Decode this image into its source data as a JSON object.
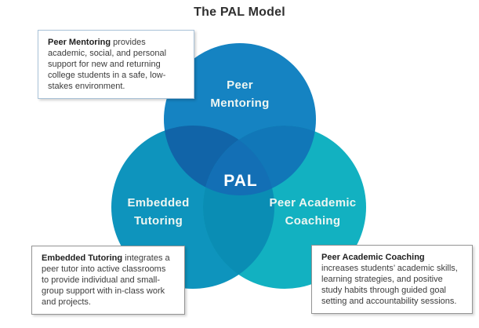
{
  "title": "The PAL Model",
  "venn": {
    "center_label": "PAL",
    "colors": {
      "top": "#1583c2",
      "left": "#0e94bd",
      "right": "#12b1c1",
      "top_left": "#1164a8",
      "top_right": "#1177b8",
      "left_right": "#0a8db4",
      "center": "#136fb5"
    },
    "labels": {
      "top": [
        "Peer",
        "Mentoring"
      ],
      "left": [
        "Embedded",
        "Tutoring"
      ],
      "right": [
        "Peer Academic",
        "Coaching"
      ]
    }
  },
  "callouts": [
    {
      "bold": "Peer Mentoring",
      "text": " provides academic, social, and personal support for new and returning college students in a safe, low-stakes environment."
    },
    {
      "bold": "Embedded Tutoring",
      "text": " integrates a peer tutor into active classrooms to provide individual and small-group support with in-class work and projects."
    },
    {
      "bold": "Peer Academic Coaching",
      "text": " increases students’ academic skills, learning strategies, and positive study habits through guided goal setting and accountability sessions."
    }
  ]
}
